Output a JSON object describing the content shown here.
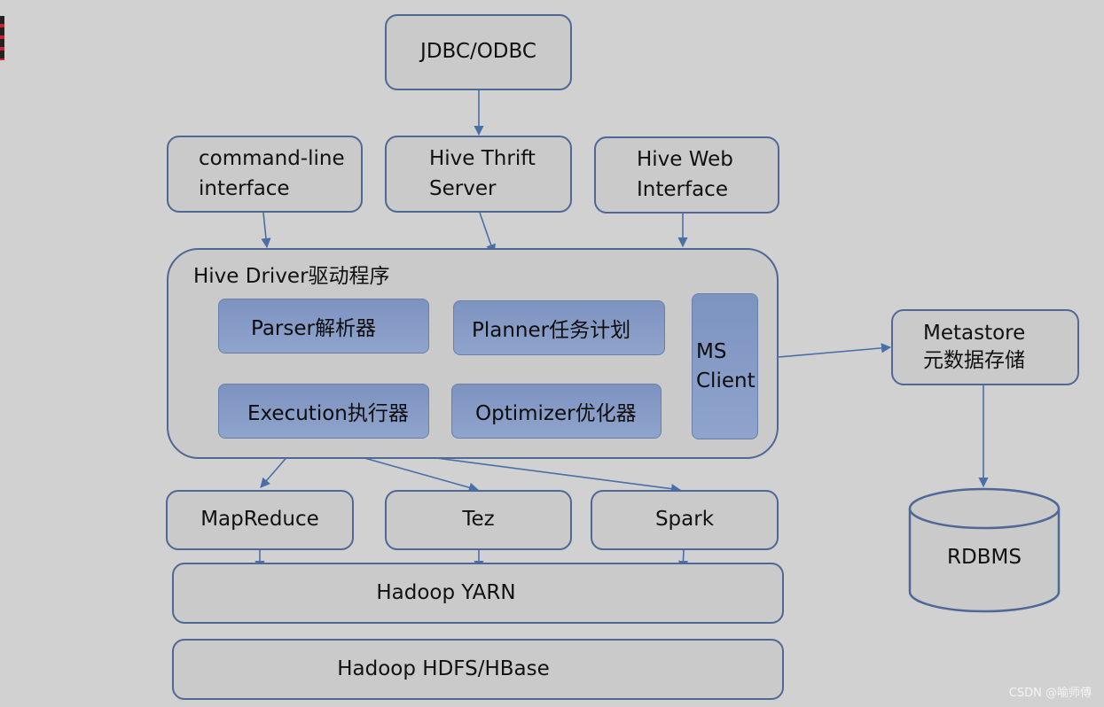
{
  "jdbc": "JDBC/ODBC",
  "cli": "command-line\ninterface",
  "thrift": "Hive Thrift\nServer",
  "web": "Hive Web\nInterface",
  "driver": {
    "title": "Hive Driver驱动程序",
    "parser": "Parser解析器",
    "planner": "Planner任务计划",
    "execution": "Execution执行器",
    "optimizer": "Optimizer优化器",
    "ms_client": "MS\nClient"
  },
  "metastore": "Metastore\n元数据存储",
  "rdbms": "RDBMS",
  "engines": {
    "mapreduce": "MapReduce",
    "tez": "Tez",
    "spark": "Spark"
  },
  "yarn": "Hadoop YARN",
  "hdfs": "Hadoop HDFS/HBase",
  "watermark": "CSDN @喻师傅",
  "colors": {
    "arrow": "#4a6fa8",
    "border": "#4f6897",
    "inner_fill": "#8599c6",
    "background": "#d0d1d0"
  }
}
